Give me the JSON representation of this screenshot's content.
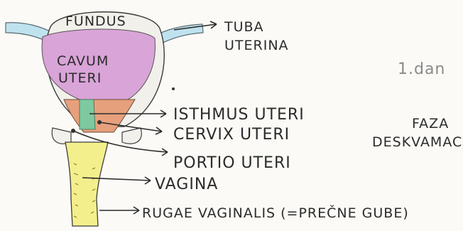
{
  "diagram": {
    "labels": {
      "fundus": "FUNDUS",
      "cavum_line1": "CAVUM",
      "cavum_line2": "UTERI",
      "tuba_line1": "TUBA",
      "tuba_line2": "UTERINA",
      "isthmus": "ISTHMUS UTERI",
      "cervix": "CERVIX UTERI",
      "portio": "PORTIO UTERI",
      "vagina": "VAGINA",
      "rugae": "RUGAE VAGINALIS (=PREČNE GUBE)"
    },
    "side_notes": {
      "day": "1.dan",
      "faza": "FAZA",
      "deskvamac": "DESKVAMAC"
    }
  },
  "colors": {
    "cavum_fill": "#d9a4d8",
    "wall_fill": "#f2f0ea",
    "isthmus_fill": "#7ec9a0",
    "cervix_fill": "#e7a07c",
    "tube_fill": "#bfe2ef",
    "vagina_fill": "#f3ef8c",
    "ink": "#2b2b2b"
  }
}
